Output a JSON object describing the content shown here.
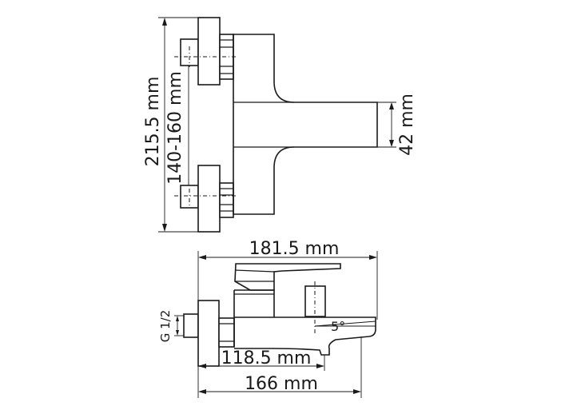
{
  "dimensions": {
    "overall_height": "215.5 mm",
    "handle_spacing": "140-160 mm",
    "spout_height": "42 mm",
    "overall_length": "181.5 mm",
    "thread": "G 1/2",
    "spout_reach": "118.5 mm",
    "body_length": "166 mm",
    "angle": "5°"
  }
}
